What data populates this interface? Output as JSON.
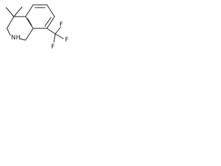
{
  "structure": {
    "atom_labels": {
      "nitrogen": "N",
      "hydrogen": "H",
      "fluorine_1": "F",
      "fluorine_2": "F",
      "fluorine_3": "F"
    }
  }
}
